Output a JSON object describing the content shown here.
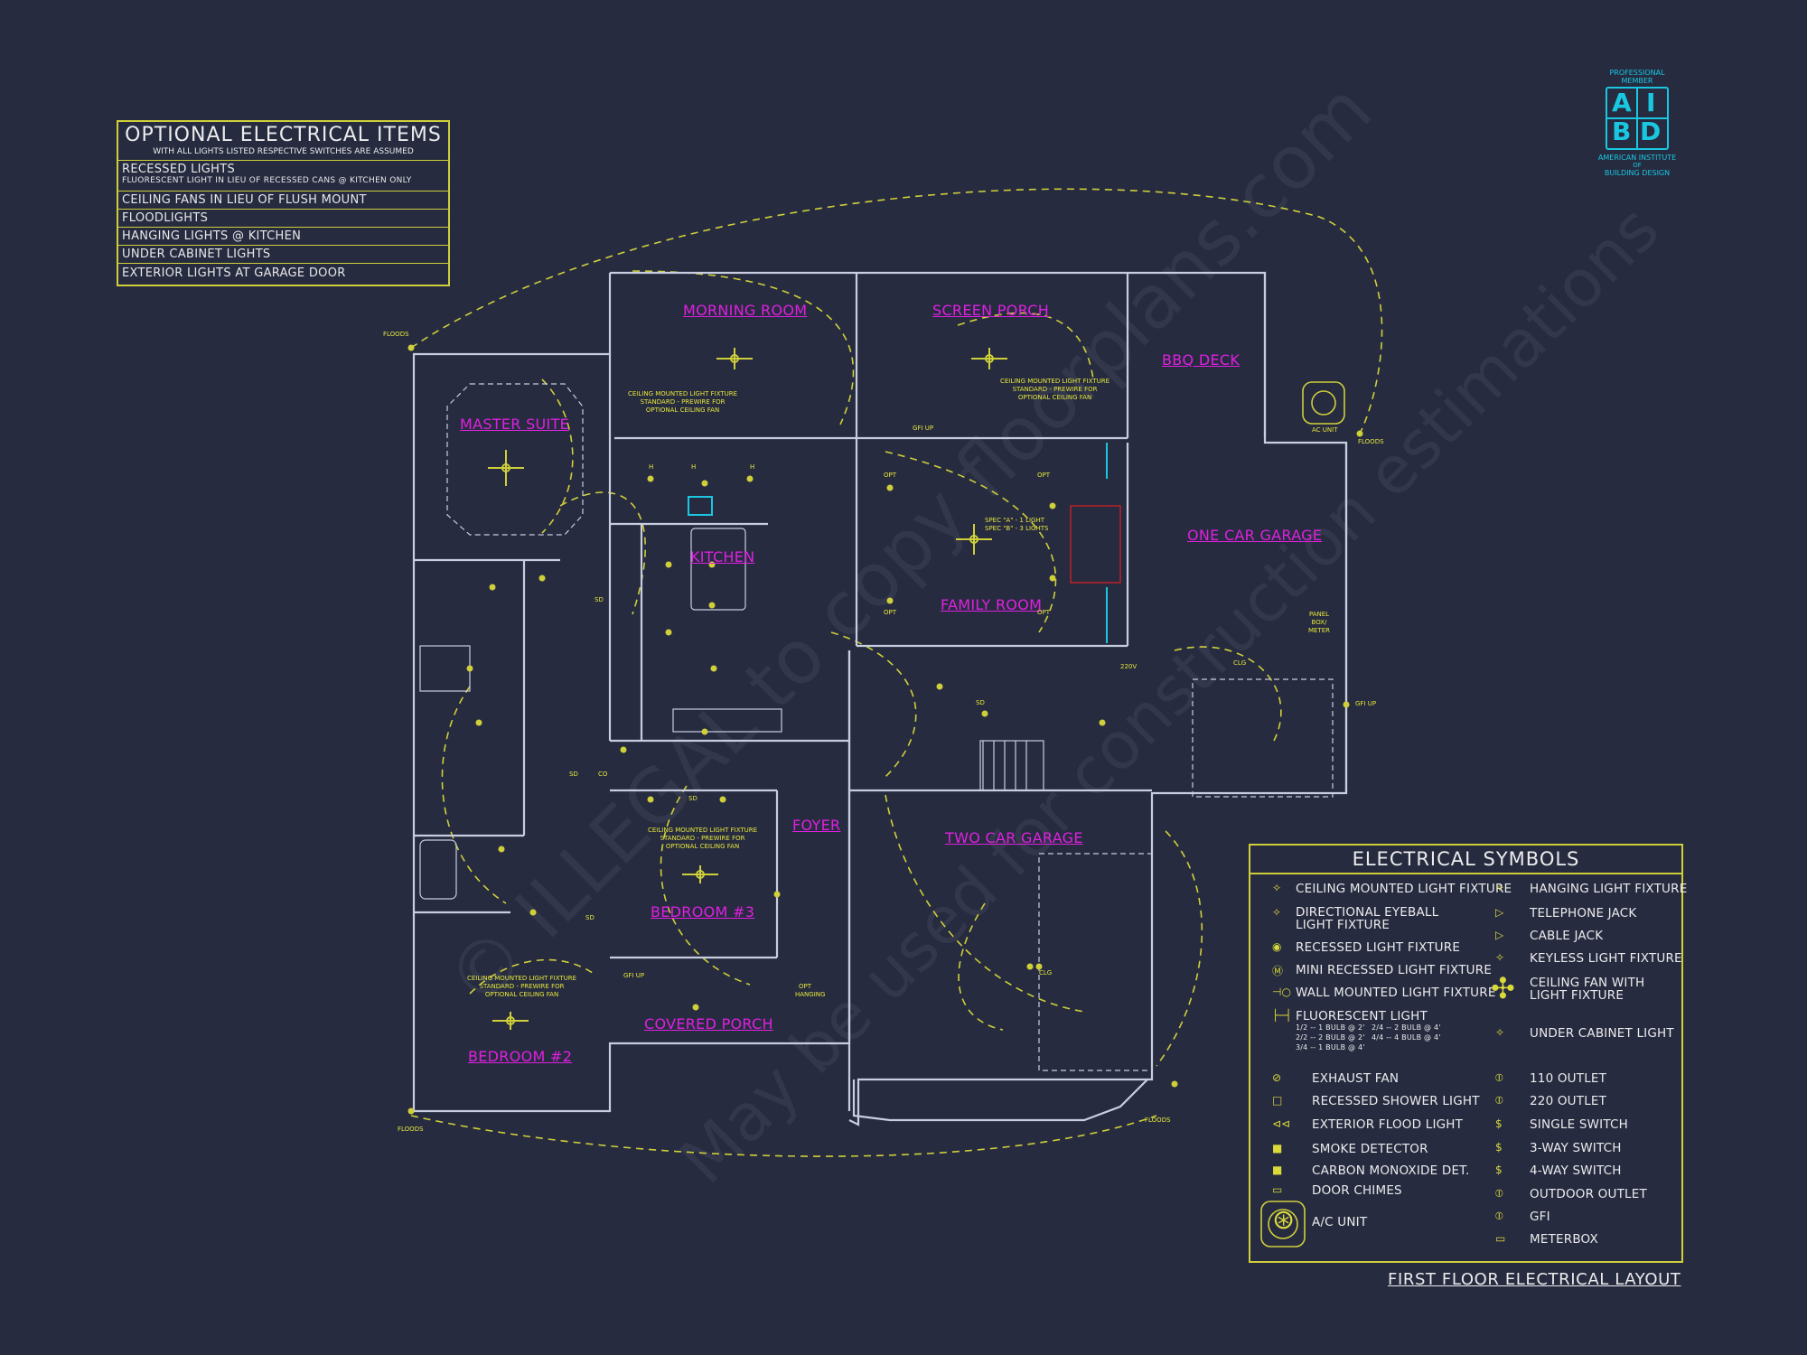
{
  "colors": {
    "background": "#262b40",
    "walls": "#c9cde0",
    "electrical": "#d9d93a",
    "room_label": "#e020e0",
    "logo": "#19c7e0"
  },
  "optional_items": {
    "title": "OPTIONAL ELECTRICAL ITEMS",
    "subtitle": "WITH ALL LIGHTS LISTED RESPECTIVE SWITCHES ARE ASSUMED",
    "rows": [
      {
        "main": "RECESSED LIGHTS",
        "sub": "FLUORESCENT LIGHT IN LIEU OF RECESSED CANS @ KITCHEN ONLY"
      },
      {
        "main": "CEILING FANS IN LIEU OF FLUSH MOUNT",
        "sub": ""
      },
      {
        "main": "FLOODLIGHTS",
        "sub": ""
      },
      {
        "main": "HANGING LIGHTS @ KITCHEN",
        "sub": ""
      },
      {
        "main": "UNDER CABINET LIGHTS",
        "sub": ""
      },
      {
        "main": "EXTERIOR LIGHTS AT GARAGE DOOR",
        "sub": ""
      }
    ]
  },
  "logo": {
    "top": "PROFESSIONAL MEMBER",
    "letters": [
      "A",
      "I",
      "B",
      "D"
    ],
    "org_lines": [
      "AMERICAN INSTITUTE",
      "OF",
      "BUILDING DESIGN"
    ]
  },
  "rooms": {
    "morning_room": "MORNING ROOM",
    "screen_porch": "SCREEN PORCH",
    "bbq_deck": "BBQ DECK",
    "master_suite": "MASTER SUITE",
    "kitchen": "KITCHEN",
    "family_room": "FAMILY ROOM",
    "one_car_garage": "ONE CAR GARAGE",
    "two_car_garage": "TWO CAR GARAGE",
    "foyer": "FOYER",
    "bedroom3": "BEDROOM #3",
    "bedroom2": "BEDROOM #2",
    "covered_porch": "COVERED PORCH"
  },
  "notes": {
    "fixture_note_1": "CEILING MOUNTED LIGHT FIXTURE",
    "fixture_note_2": "STANDARD - PREWIRE FOR",
    "fixture_note_3": "OPTIONAL CEILING FAN",
    "spec_a": "SPEC \"A\" - 1 LIGHT",
    "spec_b": "SPEC \"B\" - 3 LIGHTS",
    "floods": "FLOODS",
    "ac_unit": "AC UNIT",
    "panel": "PANEL BOX/ METER",
    "gfi_up": "GFI UP",
    "opt": "OPT",
    "opt_hanging": "OPT HANGING",
    "clg": "CLG",
    "sd": "SD",
    "co": "CO",
    "h": "H",
    "v220": "220V"
  },
  "symbols": {
    "title": "ELECTRICAL SYMBOLS",
    "left": [
      {
        "icon": "ceiling-light-icon",
        "label": "CEILING MOUNTED LIGHT FIXTURE"
      },
      {
        "icon": "eyeball-light-icon",
        "label": "DIRECTIONAL EYEBALL LIGHT FIXTURE"
      },
      {
        "icon": "recessed-light-icon",
        "label": "RECESSED LIGHT FIXTURE"
      },
      {
        "icon": "mini-recessed-icon",
        "label": "MINI RECESSED LIGHT FIXTURE"
      },
      {
        "icon": "wall-light-icon",
        "label": "WALL MOUNTED LIGHT FIXTURE"
      },
      {
        "icon": "fluorescent-icon",
        "label": "FLUORESCENT LIGHT"
      },
      {
        "icon": "exhaust-fan-icon",
        "label": "EXHAUST FAN"
      },
      {
        "icon": "shower-light-icon",
        "label": "RECESSED SHOWER LIGHT"
      },
      {
        "icon": "flood-light-icon",
        "label": "EXTERIOR FLOOD LIGHT"
      },
      {
        "icon": "smoke-detector-icon",
        "label": "SMOKE DETECTOR"
      },
      {
        "icon": "co-detector-icon",
        "label": "CARBON MONOXIDE DET."
      },
      {
        "icon": "door-chime-icon",
        "label": "DOOR CHIMES"
      },
      {
        "icon": "ac-unit-icon",
        "label": "A/C UNIT"
      }
    ],
    "fluorescent_detail": [
      "1/2 -- 1 BULB @ 2'",
      "2/4 -- 2 BULB @ 4'",
      "2/2 -- 2 BULB @ 2'",
      "4/4 -- 4 BULB @ 4'",
      "3/4 -- 1 BULB @ 4'"
    ],
    "right": [
      {
        "icon": "hanging-light-icon",
        "label": "HANGING LIGHT FIXTURE"
      },
      {
        "icon": "telephone-jack-icon",
        "label": "TELEPHONE JACK"
      },
      {
        "icon": "cable-jack-icon",
        "label": "CABLE JACK"
      },
      {
        "icon": "keyless-light-icon",
        "label": "KEYLESS LIGHT FIXTURE"
      },
      {
        "icon": "ceiling-fan-icon",
        "label": "CEILING FAN WITH LIGHT FIXTURE"
      },
      {
        "icon": "under-cabinet-icon",
        "label": "UNDER CABINET LIGHT"
      },
      {
        "icon": "outlet-110-icon",
        "label": "110 OUTLET"
      },
      {
        "icon": "outlet-220-icon",
        "label": "220 OUTLET"
      },
      {
        "icon": "single-switch-icon",
        "label": "SINGLE SWITCH"
      },
      {
        "icon": "three-way-switch-icon",
        "label": "3-WAY SWITCH"
      },
      {
        "icon": "four-way-switch-icon",
        "label": "4-WAY SWITCH"
      },
      {
        "icon": "outdoor-outlet-icon",
        "label": "OUTDOOR OUTLET"
      },
      {
        "icon": "gfi-icon",
        "label": "GFI"
      },
      {
        "icon": "meterbox-icon",
        "label": "METERBOX"
      }
    ]
  },
  "sheet_title": "FIRST FLOOR ELECTRICAL LAYOUT",
  "watermark": [
    "© ILLEGAL to copy floorplans.com",
    "May be used for construction estimations"
  ]
}
